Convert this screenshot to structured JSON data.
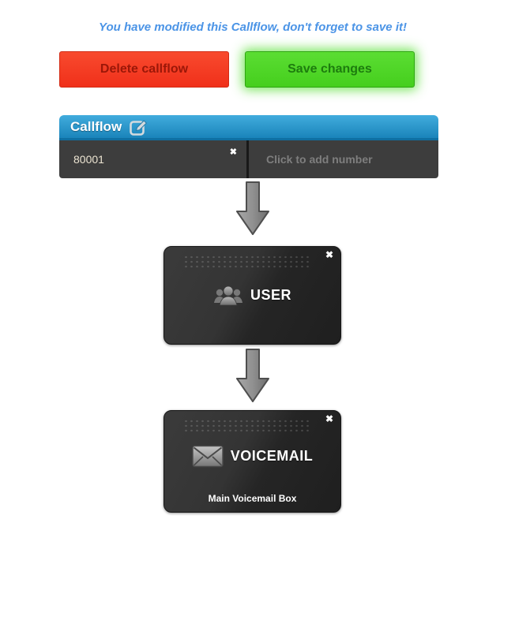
{
  "notice": {
    "text": "You have modified this Callflow, don't forget to save it!"
  },
  "toolbar": {
    "delete_label": "Delete callflow",
    "save_label": "Save changes"
  },
  "panel": {
    "title": "Callflow",
    "numbers": [
      {
        "value": "80001"
      }
    ],
    "add_number_placeholder": "Click to add number"
  },
  "glyphs": {
    "close": "✖"
  },
  "nodes": [
    {
      "id": "user",
      "label": "USER",
      "icon": "users-icon"
    },
    {
      "id": "voicemail",
      "label": "VOICEMAIL",
      "subtitle": "Main Voicemail Box",
      "icon": "envelope-icon"
    }
  ],
  "colors": {
    "notice_text": "#4b94e6",
    "delete_bg": "#f0301a",
    "delete_text": "#9b1708",
    "save_bg": "#45cf1d",
    "save_text": "#1d7c0e",
    "save_glow": "#60e040",
    "header_gradient_top": "#41acdd",
    "header_gradient_bottom": "#1a84ba",
    "number_bar_bg": "#3d3d3d",
    "number_value_text": "#ece4d2",
    "placeholder_text": "#7e7e7e",
    "node_bg": "#2b2b2b",
    "node_text": "#ffffff",
    "arrow_fill": "#8f8f8f"
  }
}
